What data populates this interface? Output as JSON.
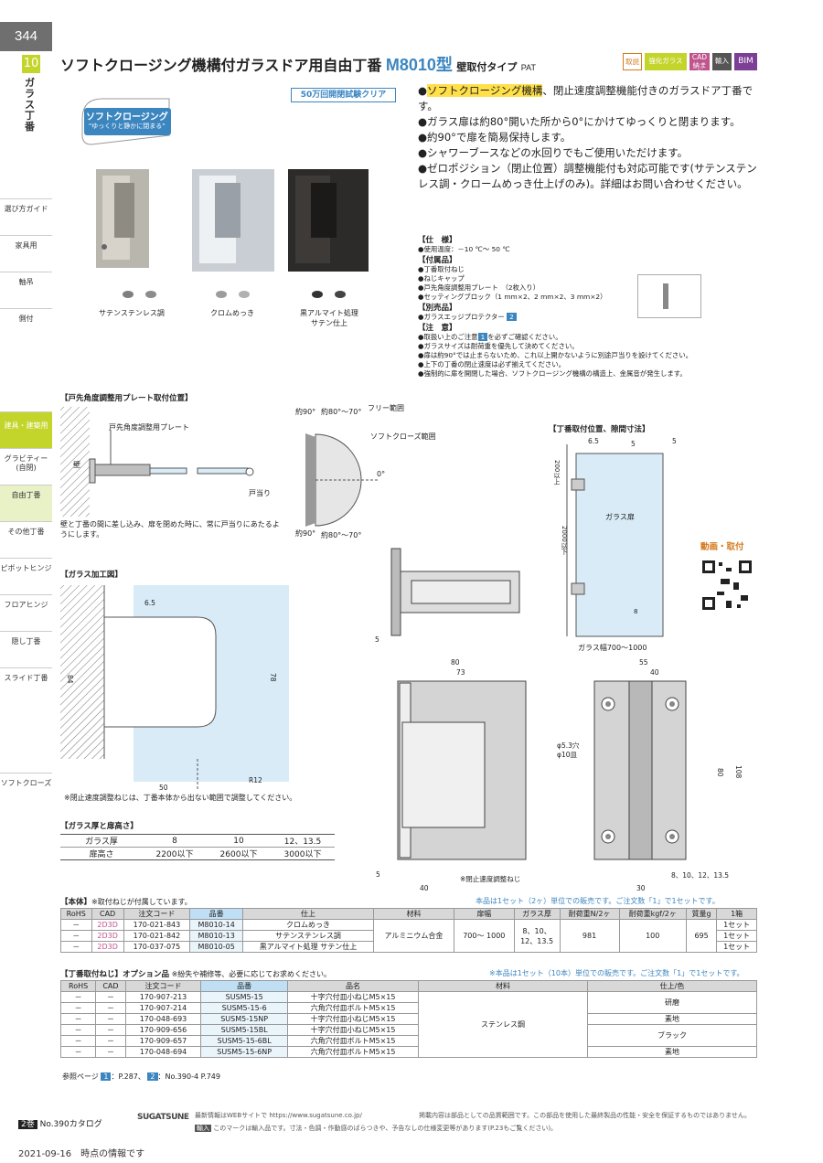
{
  "page": {
    "number": "344",
    "chapter_no": "10",
    "chapter_name": "ガラス丁番"
  },
  "nav": {
    "items": [
      "選び方ガイド",
      "家具用",
      "軸吊",
      "側付",
      "建具・建築用",
      "グラビティー(自閉)",
      "自由丁番",
      "その他丁番",
      "ピボットヒンジ",
      "フロアヒンジ",
      "隠し丁番",
      "スライド丁番",
      "ソフトクローズ"
    ]
  },
  "title": {
    "main": "ソフトクロージング機構付ガラスドア用自由丁番",
    "model": "M8010型",
    "type": "壁取付タイプ",
    "code": "PAT"
  },
  "badges": [
    "取説",
    "強化ガラス",
    "CAD納まり",
    "輸入",
    "BIM"
  ],
  "colors": {
    "accent": "#c3d52b",
    "model": "#3c86c0",
    "highlight": "#ffe04a",
    "band": "#d8ebf7"
  },
  "image_block": {
    "test_label": "50万回開閉試験クリア",
    "badge_title": "ソフトクロージング",
    "badge_sub": "\"ゆっくりと静かに閉まる\"",
    "finish1": "サテンステンレス調",
    "finish2": "クロムめっき",
    "finish3": "黒アルマイト処理",
    "finish3b": "サテン仕上"
  },
  "features": {
    "f1_hl": "ソフトクロージング機構",
    "f1_rest": "、閉止速度調整機能付きのガラスドア丁番です。",
    "f2": "ガラス扉は約80°開いた所から0°にかけてゆっくりと閉まります。",
    "f3": "約90°で扉を簡易保持します。",
    "f4": "シャワーブースなどの水回りでもご使用いただけます。",
    "f5": "ゼロポジション（閉止位置）調整機能付も対応可能です(サテンステンレス調・クロームめっき仕上げのみ)。詳細はお問い合わせください。"
  },
  "spec": {
    "h1": "【仕　様】",
    "s1": "●使用温度：－10 ℃～ 50 ℃",
    "h2": "【付属品】",
    "a1": "●丁番取付ねじ",
    "a2": "●ねじキャップ",
    "a3": "●戸先角度調整用プレート　（2枚入り）",
    "a4": "●セッティングブロック（1 mm×2、2 mm×2、3 mm×2）",
    "h3": "【別売品】",
    "b1": "●ガラスエッジプロテクター",
    "b1ref": "2",
    "h4": "【注　意】",
    "n1": "●取扱い上のご注意",
    "n1ref": "1",
    "n1b": "を必ずご確認ください。",
    "n2": "●ガラスサイズは耐荷重を優先して決めてください。",
    "n3": "●扉は約90°では止まらないため、これ以上開かないように別途戸当りを設けてください。",
    "n4": "●上下の丁番の閉止速度は必ず揃えてください。",
    "n5": "●強制的に扉を開閉した場合、ソフトクロージング機構の構造上、金属音が発生します。"
  },
  "plate": {
    "title": "【戸先角度調整用プレート取付位置】",
    "label": "戸先角度調整用プレート",
    "wall": "壁",
    "stop": "戸当り",
    "note": "壁と丁番の間に差し込み、扉を閉めた時に、常に戸当りにあたるようにします。"
  },
  "angle": {
    "a90top": "約90°",
    "a80top": "約80°～70°",
    "free": "フリー範囲",
    "soft": "ソフトクローズ範囲",
    "zero": "0°",
    "a90bot": "約90°",
    "a80bot": "約80°～70°"
  },
  "install": {
    "title": "【丁番取付位置、隙間寸法】",
    "d65": "6.5",
    "d5a": "5",
    "d5b": "5",
    "d200": "200以上",
    "glass": "ガラス扉",
    "d2000": "2000以下",
    "d8": "8",
    "width": "ガラス幅700～1000",
    "video": "動画・取付"
  },
  "glasswork": {
    "title": "【ガラス加工図】",
    "d65": "6.5",
    "d84": "84",
    "d78": "78",
    "d50": "50",
    "r12": "R12",
    "note": "※閉止速度調整ねじは、丁番本体から出ない範囲で調整してください。"
  },
  "dims": {
    "d5": "5",
    "d80": "80",
    "d73": "73",
    "d5b": "5",
    "d40": "40",
    "screw": "※閉止速度調整ねじ",
    "d55": "55",
    "d40b": "40",
    "hole1": "φ5.3穴",
    "hole2": "φ10皿",
    "d80b": "80",
    "d108": "108",
    "d30": "30",
    "dglass": "8、10、12、13.5"
  },
  "thickness": {
    "title": "【ガラス厚と扉高さ】",
    "h_thick": "ガラス厚",
    "h_door": "扉高さ",
    "cols": [
      "8",
      "10",
      "12、13.5"
    ],
    "doors": [
      "2200以下",
      "2600以下",
      "3000以下"
    ]
  },
  "main_table": {
    "title": "【本体】",
    "note": "※取付ねじが付属しています。",
    "sales": "本品は1セット（2ヶ）単位での販売です。ご注文数「1」で1セットです。",
    "headers": [
      "RoHS",
      "CAD",
      "注文コード",
      "品番",
      "仕上",
      "材料",
      "扉幅",
      "ガラス厚",
      "耐荷重N/2ヶ",
      "耐荷重kgf/2ヶ",
      "質量g",
      "1箱"
    ],
    "rows": [
      {
        "rohs": "－",
        "cad": "2D3D",
        "code": "170-021-843",
        "pn": "M8010-14",
        "finish": "クロムめっき",
        "box": "1セット"
      },
      {
        "rohs": "－",
        "cad": "2D3D",
        "code": "170-021-842",
        "pn": "M8010-13",
        "finish": "サテンステンレス調",
        "box": "1セット"
      },
      {
        "rohs": "－",
        "cad": "2D3D",
        "code": "170-037-075",
        "pn": "M8010-05",
        "finish": "黒アルマイト処理 サテン仕上",
        "box": "1セット"
      }
    ],
    "material": "アルミニウム合金",
    "width": "700～ 1000",
    "glass": "8、10、12、13.5",
    "loadN": "981",
    "loadKgf": "100",
    "mass": "695"
  },
  "opt_table": {
    "title": "【丁番取付ねじ】オプション品",
    "note": "※紛失や補修等、必要に応じてお求めください。",
    "sales": "※本品は1セット（10本）単位での販売です。ご注文数「1」で1セットです。",
    "headers": [
      "RoHS",
      "CAD",
      "注文コード",
      "品番",
      "品名",
      "材料",
      "仕上/色"
    ],
    "rows": [
      {
        "rohs": "－",
        "cad": "－",
        "code": "170-907-213",
        "pn": "SUSM5-15",
        "name": "十字穴付皿小ねじM5×15"
      },
      {
        "rohs": "－",
        "cad": "－",
        "code": "170-907-214",
        "pn": "SUSM5-15-6",
        "name": "六角穴付皿ボルトM5×15"
      },
      {
        "rohs": "－",
        "cad": "－",
        "code": "170-048-693",
        "pn": "SUSM5-15NP",
        "name": "十字穴付皿小ねじM5×15"
      },
      {
        "rohs": "－",
        "cad": "－",
        "code": "170-909-656",
        "pn": "SUSM5-15BL",
        "name": "十字穴付皿小ねじM5×15"
      },
      {
        "rohs": "－",
        "cad": "－",
        "code": "170-909-657",
        "pn": "SUSM5-15-6BL",
        "name": "六角穴付皿ボルトM5×15"
      },
      {
        "rohs": "－",
        "cad": "－",
        "code": "170-048-694",
        "pn": "SUSM5-15-6NP",
        "name": "六角穴付皿ボルトM5×15"
      }
    ],
    "material": "ステンレス鋼",
    "finish_a": "研磨",
    "finish_b": "素地",
    "finish_c": "ブラック",
    "finish_d": "素地"
  },
  "refs": {
    "label": "参照ページ",
    "r1": "1",
    "r1t": "：P.287、",
    "r2": "2",
    "r2t": "：No.390-4 P.749"
  },
  "footer": {
    "vol": "2巻",
    "catalog": "No.390カタログ",
    "brand": "SUGATSUNE",
    "web": "最新情報はWEBサイトで https://www.sugatsune.co.jp/",
    "disc": "掲載内容は部品としての品質範囲です。この部品を使用した最終製品の性能・安全を保証するものではありません。",
    "imp": "輸入",
    "imp_note": "このマークは輸入品です。寸法・色調・作動感のばらつきや、予告なしの仕様変更等があります(P.23もご覧ください)。",
    "date": "2021-09-16　時点の情報です"
  }
}
